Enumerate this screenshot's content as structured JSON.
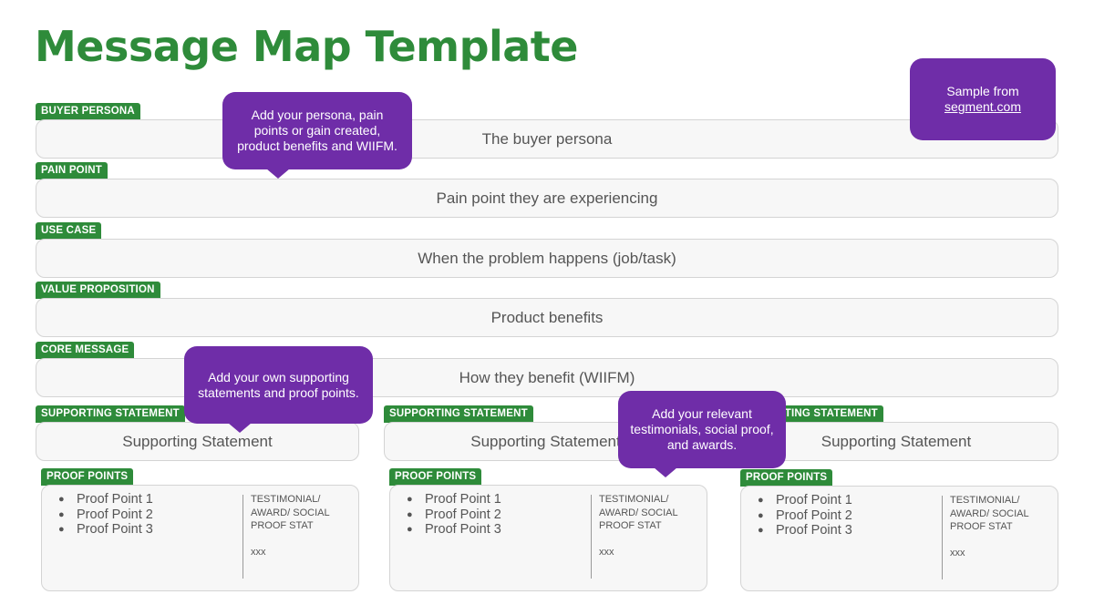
{
  "title": "Message Map Template",
  "sections": {
    "buyer_persona": {
      "tag": "BUYER PERSONA",
      "text": "The buyer persona"
    },
    "pain_point": {
      "tag": "PAIN POINT",
      "text": "Pain point they are experiencing"
    },
    "use_case": {
      "tag": "USE CASE",
      "text": "When the problem happens (job/task)"
    },
    "value_proposition": {
      "tag": "VALUE PROPOSITION",
      "text": "Product benefits"
    },
    "core_message": {
      "tag": "CORE MESSAGE",
      "text": "How they benefit (WIIFM)"
    }
  },
  "columns": [
    {
      "supporting_tag": "SUPPORTING STATEMENT",
      "supporting_text": "Supporting Statement",
      "proof_tag": "PROOF POINTS",
      "proof_points": [
        "Proof Point 1",
        "Proof Point 2",
        "Proof Point 3"
      ],
      "stat_label": "TESTIMONIAL/ AWARD/ SOCIAL PROOF STAT",
      "stat_value": "xxx"
    },
    {
      "supporting_tag": "SUPPORTING STATEMENT",
      "supporting_text": "Supporting Statement",
      "proof_tag": "PROOF POINTS",
      "proof_points": [
        "Proof Point 1",
        "Proof Point 2",
        "Proof Point 3"
      ],
      "stat_label": "TESTIMONIAL/ AWARD/ SOCIAL PROOF STAT",
      "stat_value": "xxx"
    },
    {
      "supporting_tag": "SUPPORTING STATEMENT",
      "supporting_text": "Supporting Statement",
      "proof_tag": "PROOF POINTS",
      "proof_points": [
        "Proof Point 1",
        "Proof Point 2",
        "Proof Point 3"
      ],
      "stat_label": "TESTIMONIAL/ AWARD/ SOCIAL PROOF STAT",
      "stat_value": "xxx"
    }
  ],
  "callouts": {
    "persona_hint": "Add your persona, pain points or gain created, product benefits and WIIFM.",
    "supporting_hint": "Add your own supporting statements and proof points.",
    "testimonial_hint": "Add your relevant testimonials, social proof, and awards.",
    "sample_prefix": "Sample from",
    "sample_link": "segment.com"
  },
  "colors": {
    "green": "#2e8b3a",
    "purple": "#6f2da8",
    "box_bg": "#f7f7f7"
  }
}
